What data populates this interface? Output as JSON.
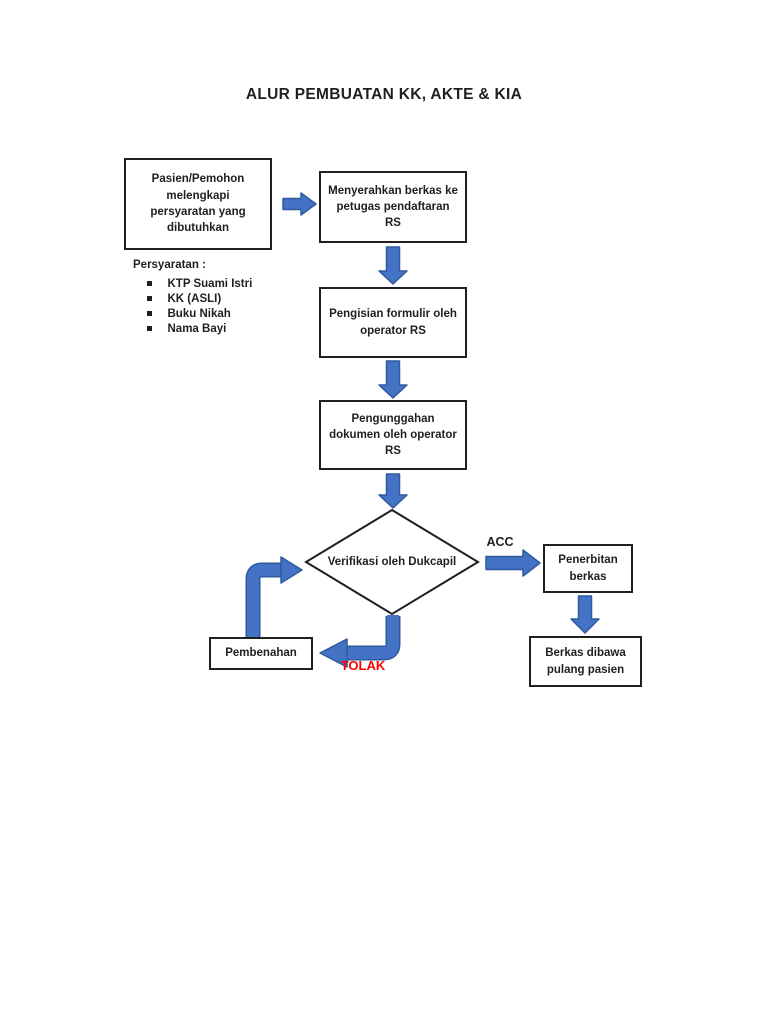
{
  "flow": {
    "title": "ALUR PEMBUATAN KK, AKTE & KIA",
    "nodes": {
      "pasien": "Pasien/Pemohon melengkapi persyaratan yang dibutuhkan",
      "menyerahkan": "Menyerahkan berkas ke petugas pendaftaran RS",
      "pengisian": "Pengisian formulir oleh operator RS",
      "pengunggahan": "Pengunggahan dokumen oleh operator RS",
      "verifikasi": "Verifikasi oleh Dukcapil",
      "penerbitan": "Penerbitan berkas",
      "berkas_pulang": "Berkas dibawa pulang pasien",
      "pembenahan": "Pembenahan"
    },
    "edge_labels": {
      "accept": "ACC",
      "reject": "TOLAK"
    },
    "requirements": {
      "heading": "Persyaratan :",
      "items": [
        "KTP Suami Istri",
        "KK (ASLI)",
        "Buku Nikah",
        "Nama Bayi"
      ]
    },
    "colors": {
      "arrow_fill": "#4472C4",
      "arrow_stroke": "#2E5A9E",
      "shape_stroke": "#1F1F1F",
      "text": "#1F1F1F",
      "reject_text": "#FF0000",
      "page_bg": "#FFFFFF"
    }
  }
}
